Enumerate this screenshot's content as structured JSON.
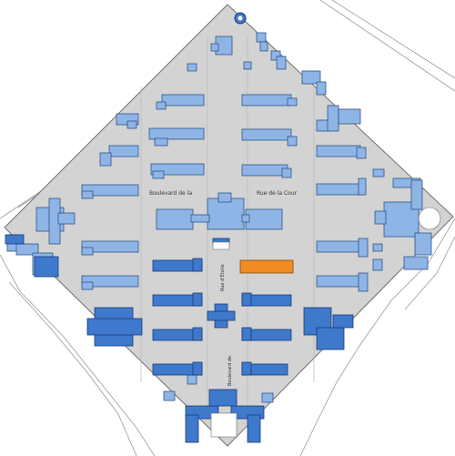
{
  "map": {
    "colors": {
      "background": "#ffffff",
      "site": "#d3d3d3",
      "site_stroke": "#707070",
      "light_building": "#8fb4e6",
      "light_building_stroke": "#2e5688",
      "dark_building": "#3f79cc",
      "dark_building_stroke": "#173a78",
      "highlight_building": "#f08c22",
      "highlight_building_stroke": "#8a4508",
      "road_line": "#9a9a9a",
      "courtyard": "#ffffff"
    },
    "labels": {
      "left_center": "Boulevard de la",
      "right_center": "Rue de la Cour",
      "mid_top": "Rue d'Étoile",
      "mid_bottom": "Boulevard de"
    },
    "highlight": {
      "name": "highlighted-ward",
      "color": "#f08c22"
    },
    "legend": []
  }
}
